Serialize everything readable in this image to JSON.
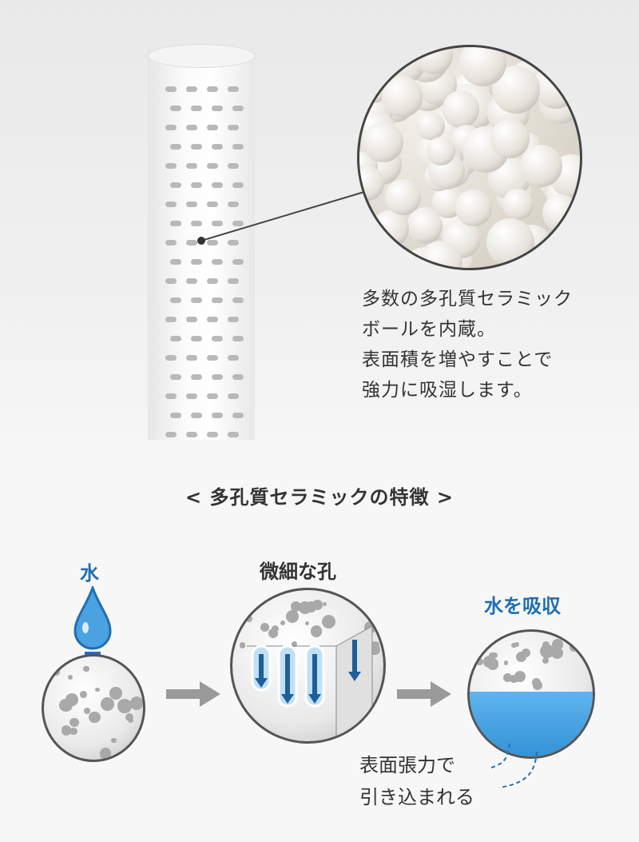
{
  "product_callout": {
    "description_lines": [
      "多数の多孔質セラミック",
      "ボールを内蔵。",
      "表面積を増やすことで",
      "強力に吸湿します。"
    ]
  },
  "features": {
    "title": "< 多孔質セラミックの特徴 >",
    "step1_label": "水",
    "step2_label": "微細な孔",
    "step3_label": "水を吸収",
    "note_lines": [
      "表面張力で",
      "引き込まれる"
    ]
  },
  "colors": {
    "accent_blue": "#1f6fb2",
    "text": "#333333",
    "arrow_gray": "#9a9a9a"
  }
}
